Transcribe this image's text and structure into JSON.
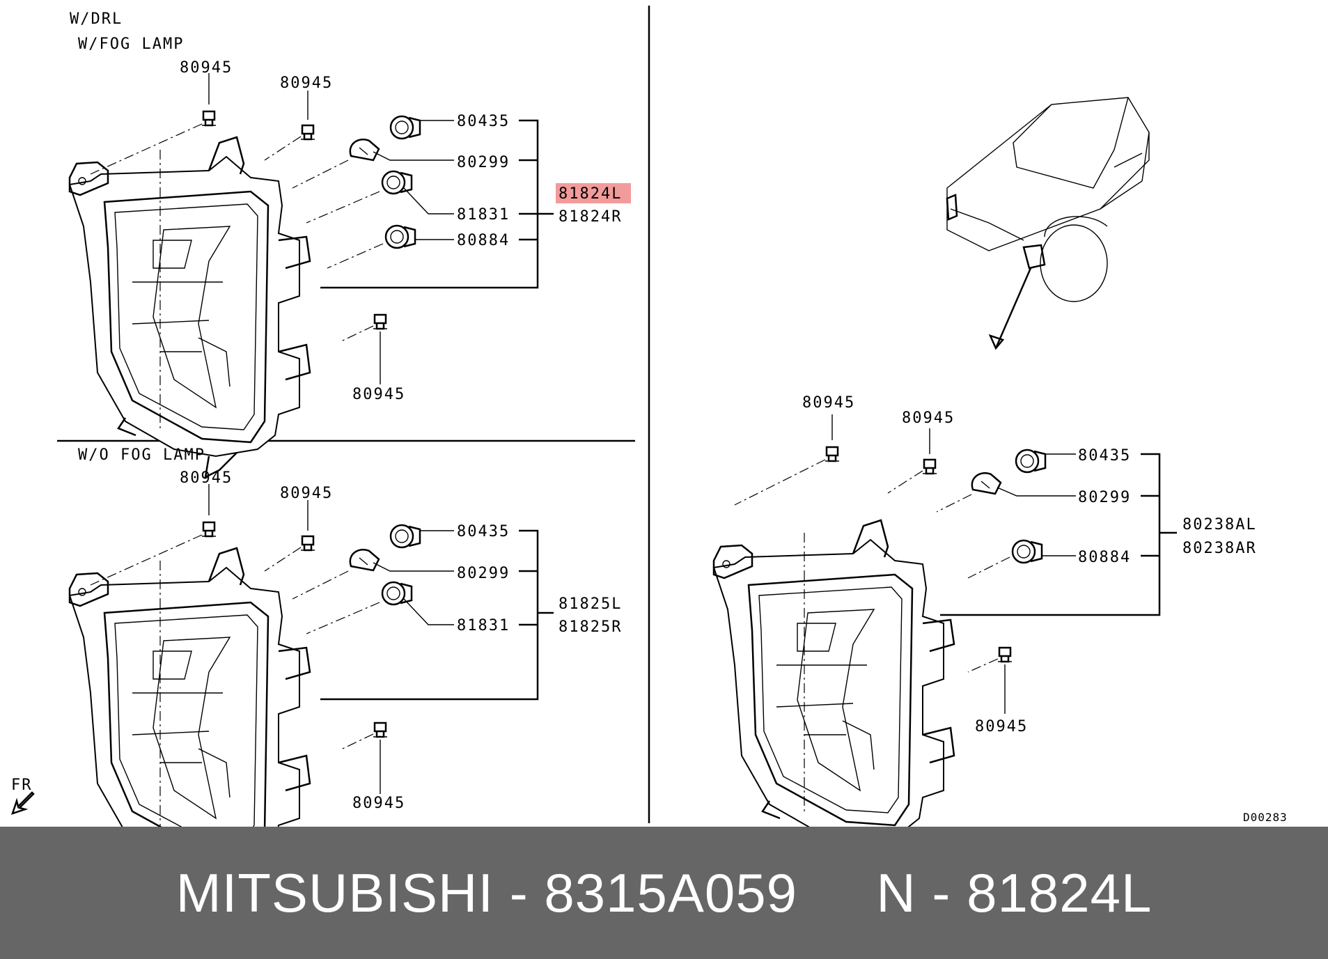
{
  "colors": {
    "highlight": "#f29b9b",
    "caption_bar": "#666666",
    "caption_text": "#ffffff"
  },
  "top_left": {
    "condition_1": "W/DRL",
    "condition_2": "W/FOG LAMP",
    "callouts": [
      "80945",
      "80945",
      "80435",
      "80299",
      "81831",
      "80884",
      "80945"
    ],
    "assy_left": "81824L",
    "assy_right": "81824R"
  },
  "bottom_left": {
    "condition": "W/O FOG LAMP",
    "callouts": [
      "80945",
      "80945",
      "80435",
      "80299",
      "81831",
      "80945"
    ],
    "assy_left": "81825L",
    "assy_right": "81825R"
  },
  "right": {
    "callouts": [
      "80945",
      "80945",
      "80435",
      "80299",
      "80884",
      "80945"
    ],
    "assy_left": "80238AL",
    "assy_right": "80238AR"
  },
  "fr_label": "FR",
  "diagram_code": "D00283",
  "caption": {
    "brand": "MITSUBISHI",
    "sep1": "-",
    "part_number": "8315A059",
    "ref_prefix": "N",
    "sep2": "-",
    "ref_number": "81824L"
  }
}
